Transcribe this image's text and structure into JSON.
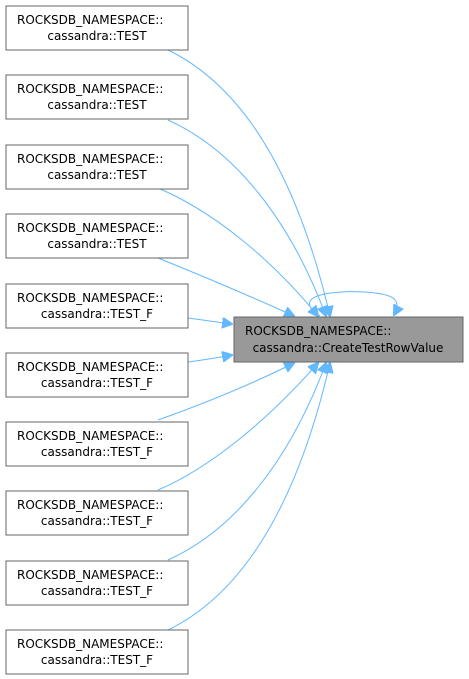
{
  "caller_nodes": [
    {
      "line1": "ROCKSDB_NAMESPACE::",
      "line2": "cassandra::TEST"
    },
    {
      "line1": "ROCKSDB_NAMESPACE::",
      "line2": "cassandra::TEST"
    },
    {
      "line1": "ROCKSDB_NAMESPACE::",
      "line2": "cassandra::TEST"
    },
    {
      "line1": "ROCKSDB_NAMESPACE::",
      "line2": "cassandra::TEST"
    },
    {
      "line1": "ROCKSDB_NAMESPACE::",
      "line2": "cassandra::TEST_F"
    },
    {
      "line1": "ROCKSDB_NAMESPACE::",
      "line2": "cassandra::TEST_F"
    },
    {
      "line1": "ROCKSDB_NAMESPACE::",
      "line2": "cassandra::TEST_F"
    },
    {
      "line1": "ROCKSDB_NAMESPACE::",
      "line2": "cassandra::TEST_F"
    },
    {
      "line1": "ROCKSDB_NAMESPACE::",
      "line2": "cassandra::TEST_F"
    },
    {
      "line1": "ROCKSDB_NAMESPACE::",
      "line2": "cassandra::TEST_F"
    }
  ],
  "target_node": {
    "line1": "ROCKSDB_NAMESPACE::",
    "line2": "cassandra::CreateTestRowValue"
  },
  "self_call": true,
  "colors": {
    "edge": "#63b8ff",
    "node_border": "#666666",
    "target_fill": "#999999",
    "node_fill": "#ffffff"
  }
}
